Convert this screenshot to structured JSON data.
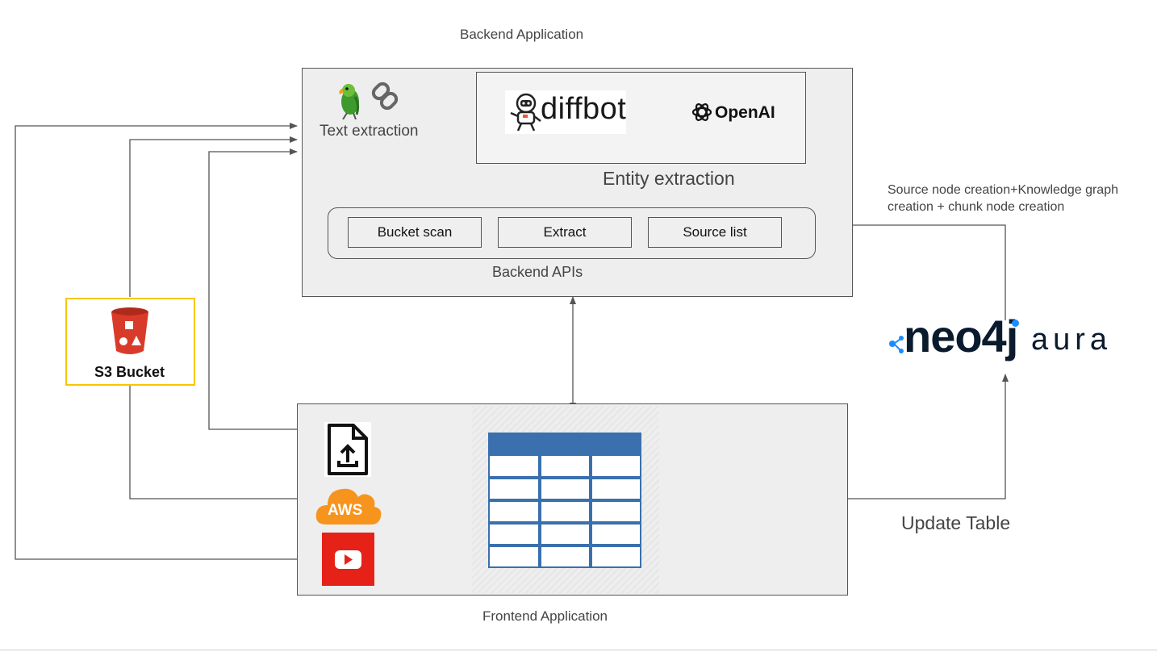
{
  "backend": {
    "title": "Backend Application",
    "text_extraction": "Text extraction",
    "entity_extraction": "Entity extraction",
    "apis_label": "Backend APIs",
    "buttons": [
      "Bucket scan",
      "Extract",
      "Source list"
    ],
    "diffbot": "diffbot",
    "openai": "OpenAI"
  },
  "frontend": {
    "title": "Frontend Application",
    "aws": "AWS"
  },
  "s3": {
    "label": "S3 Bucket"
  },
  "neo4j": {
    "brand": "neo4j",
    "product": "aura"
  },
  "annotations": {
    "source_node_line1": "Source node creation+Knowledge graph",
    "source_node_line2": "creation + chunk node creation",
    "update_table": "Update Table"
  },
  "colors": {
    "s3_red": "#d93b2b",
    "aws_orange": "#f7941d",
    "youtube_red": "#e62117",
    "table_blue": "#3a70ad",
    "neo4j_blue": "#1a8cff",
    "s3_border": "#f7c600"
  }
}
